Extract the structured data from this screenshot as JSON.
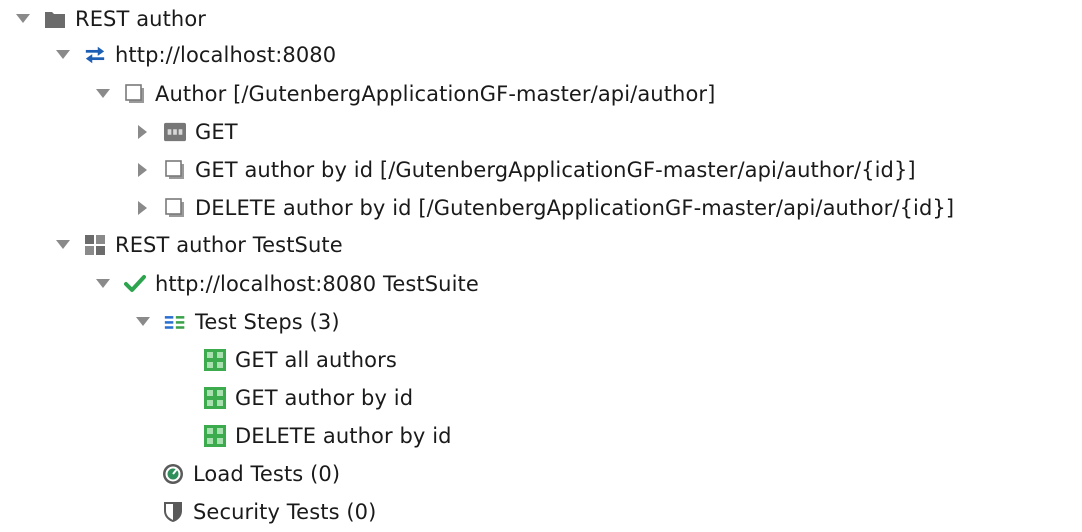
{
  "tree": {
    "project": {
      "label": "REST author",
      "icon": "folder-icon",
      "expanded": true
    },
    "service": {
      "label": "http://localhost:8080",
      "icon": "rest-service-icon",
      "expanded": true
    },
    "resource": {
      "label": "Author [/GutenbergApplicationGF-master/api/author]",
      "icon": "resource-icon",
      "expanded": true
    },
    "method_get": {
      "label": "GET",
      "icon": "get-method-icon",
      "expanded": false
    },
    "get_by_id": {
      "label": "GET author by id [/GutenbergApplicationGF-master/api/author/{id}]",
      "icon": "resource-icon",
      "expanded": false
    },
    "delete_by_id": {
      "label": "DELETE author by id [/GutenbergApplicationGF-master/api/author/{id}]",
      "icon": "resource-icon",
      "expanded": false
    },
    "test_project": {
      "label": "REST author TestSute",
      "icon": "grid-icon",
      "expanded": true
    },
    "test_suite": {
      "label": "http://localhost:8080 TestSuite",
      "icon": "check-icon",
      "expanded": true
    },
    "test_steps": {
      "label": "Test Steps (3)",
      "icon": "list-icon",
      "expanded": true
    },
    "steps": [
      {
        "label": "GET all authors",
        "icon": "rest-step-icon"
      },
      {
        "label": "GET author by id",
        "icon": "rest-step-icon"
      },
      {
        "label": "DELETE author by id",
        "icon": "rest-step-icon"
      }
    ],
    "load_tests": {
      "label": "Load Tests (0)",
      "icon": "load-test-icon"
    },
    "security_tests": {
      "label": "Security Tests (0)",
      "icon": "shield-icon"
    }
  },
  "colors": {
    "arrow": "#8a8a8a",
    "folder": "#6b6b6b",
    "service_blue": "#1d5fb4",
    "check_green": "#2ea44f",
    "list_blue": "#2a6fd0",
    "list_green": "#3aa14a",
    "step_green": "#3cab4e",
    "load_green": "#2f8f5a"
  }
}
